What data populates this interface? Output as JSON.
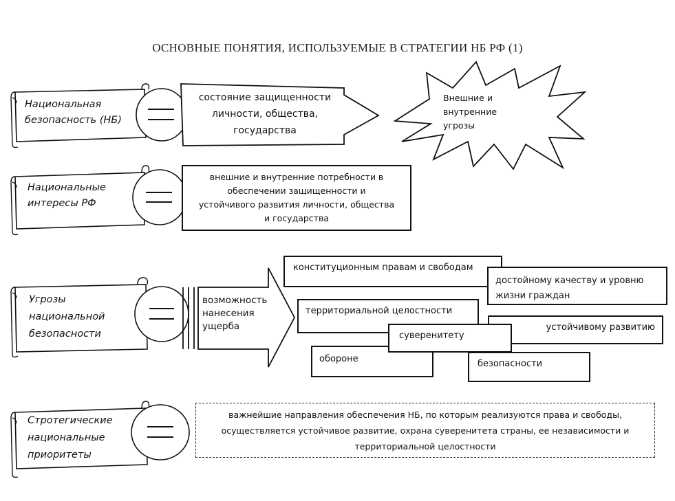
{
  "title": "ОСНОВНЫЕ ПОНЯТИЯ, ИСПОЛЬЗУЕМЫЕ В СТРАТЕГИИ НБ РФ (1)",
  "rows": [
    {
      "term_lines": [
        "Национальная",
        "безопасность (НБ)"
      ],
      "definition_lines": [
        "состояние защищенности",
        "личности, общества,",
        "государства"
      ]
    },
    {
      "term_lines": [
        "Национальные",
        "интересы РФ"
      ],
      "definition_lines": [
        "внешние и внутренние потребности в",
        "обеспечении защищенности и",
        "устойчивого развития личности, общества",
        "и государства"
      ]
    },
    {
      "term_lines": [
        "Угрозы",
        "национальной",
        "безопасности"
      ],
      "definition_lines": [
        "возможность",
        "нанесения",
        "ущерба"
      ]
    },
    {
      "term_lines": [
        "Стротегические",
        "национальные",
        "приоритеты"
      ],
      "definition_lines": [
        "важнейшие направления обеспечения НБ, по которым реализуются права и свободы,",
        "осуществляется устойчивое развитие, охрана суверенитета страны, ее независимости и",
        "территориальной целостности"
      ]
    }
  ],
  "threats_burst_lines": [
    "Внешние  и",
    "внутренние",
    "угрозы"
  ],
  "threat_targets": {
    "constitutional": "конституционным правам и свободам",
    "quality_of_life_lines": [
      "достойному качеству и уровню",
      "жизни  граждан"
    ],
    "territorial": "территориальной целостности",
    "sustainable": "устойчивому развитию",
    "sovereignty": "суверенитету",
    "defense": "обороне",
    "security": "безопасности"
  }
}
